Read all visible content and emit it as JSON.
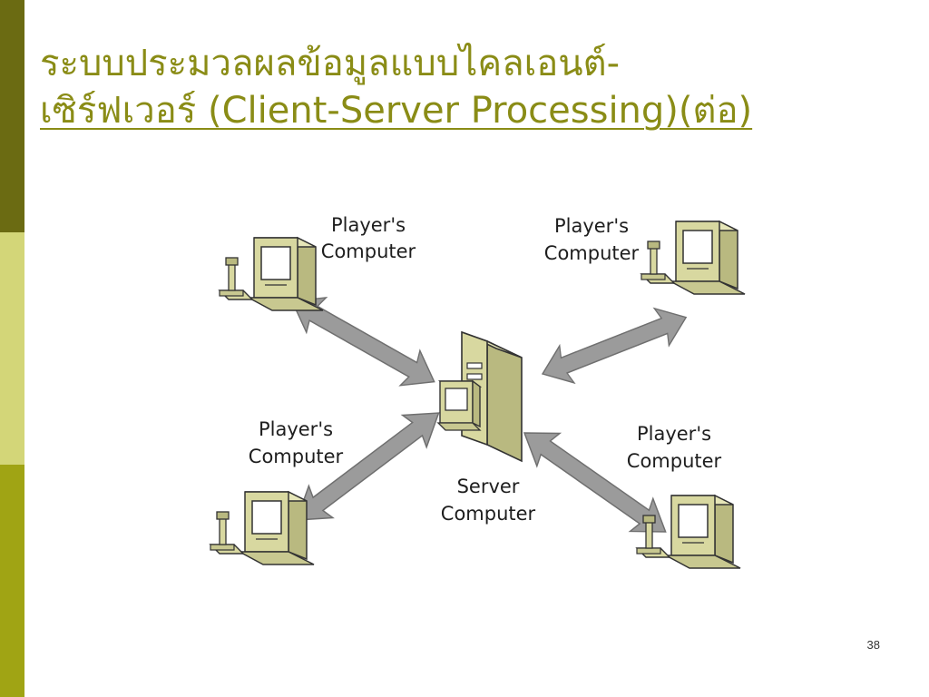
{
  "slide": {
    "title_line1": "ระบบประมวลผลข้อมูลแบบไคลเอนต์-",
    "title_line2": "เซิร์ฟเวอร์ (Client-Server Processing)(ต่อ)",
    "page_number": "38"
  },
  "diagram": {
    "client_labels": [
      [
        "Player's",
        "Computer"
      ],
      [
        "Player's",
        "Computer"
      ],
      [
        "Player's",
        "Computer"
      ],
      [
        "Player's",
        "Computer"
      ]
    ],
    "server_label": [
      "Server",
      "Computer"
    ]
  },
  "colors": {
    "sidebar_top": "#6b6b12",
    "sidebar_mid": "#d3d678",
    "sidebar_bottom": "#a0a414",
    "title": "#8a8c16",
    "arrow": "#9b9b9b",
    "pc_body": "#d8d8a0",
    "pc_screen": "#ffffff"
  },
  "icons": {
    "client": "computer-with-joystick-icon",
    "server": "server-tower-icon"
  }
}
